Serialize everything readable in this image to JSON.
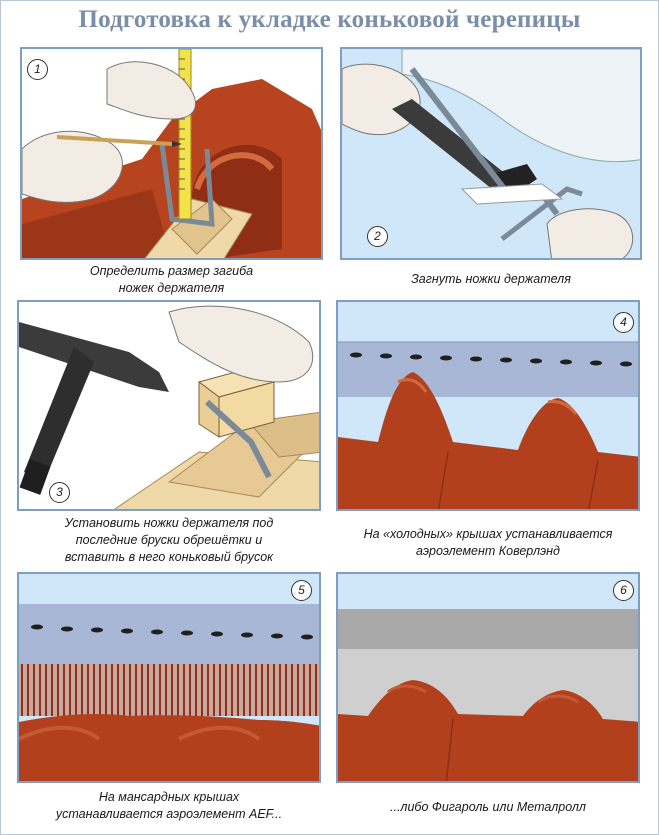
{
  "title": "Подготовка к укладке коньковой черепицы",
  "steps": [
    {
      "number": "1",
      "caption": [
        "Определить размер загиба",
        "ножек держателя"
      ]
    },
    {
      "number": "2",
      "caption": [
        "Загнуть ножки держателя"
      ]
    },
    {
      "number": "3",
      "caption": [
        "Установить ножки держателя под",
        "последние бруски обрешётки и",
        "вставить в него коньковый брусок"
      ]
    },
    {
      "number": "4",
      "caption": [
        "На «холодных» крышах устанавливается",
        "аэроэлемент Коверлэнд"
      ]
    },
    {
      "number": "5",
      "caption": [
        "На мансардных крышах",
        "устанавливается аэроэлемент AEF..."
      ]
    },
    {
      "number": "6",
      "caption": [
        "...либо Фигароль или Металролл"
      ]
    }
  ],
  "colors": {
    "title": "#7a8ea7",
    "panel_border": "#7e9fc0",
    "sky": "#cfe7f8",
    "tile": "#b2401d",
    "aero_strip": "#a9b7d6",
    "wood": "#f0d9a8"
  }
}
